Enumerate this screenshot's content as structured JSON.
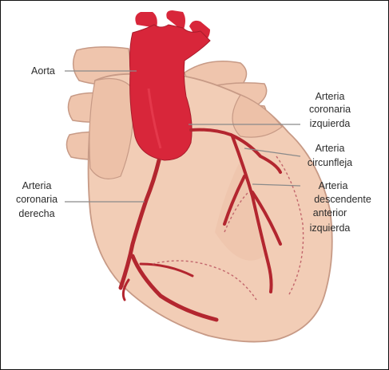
{
  "labels": {
    "aorta": "Aorta",
    "left_coronary": [
      "Arteria",
      "coronaria",
      "izquierda"
    ],
    "circumflex": [
      "Arteria",
      "circunfleja"
    ],
    "lad": [
      "Arteria",
      "descendente",
      "anterior",
      "izquierda"
    ],
    "right_coronary": [
      "Arteria",
      "coronaria",
      "derecha"
    ]
  },
  "colors": {
    "heart_fill": "#f2cdb6",
    "heart_outline": "#c79a86",
    "vessel_fill": "#c5e8ea",
    "aorta": "#d8263a",
    "artery": "#b3262f",
    "leader_line": "#8a8a8a"
  }
}
